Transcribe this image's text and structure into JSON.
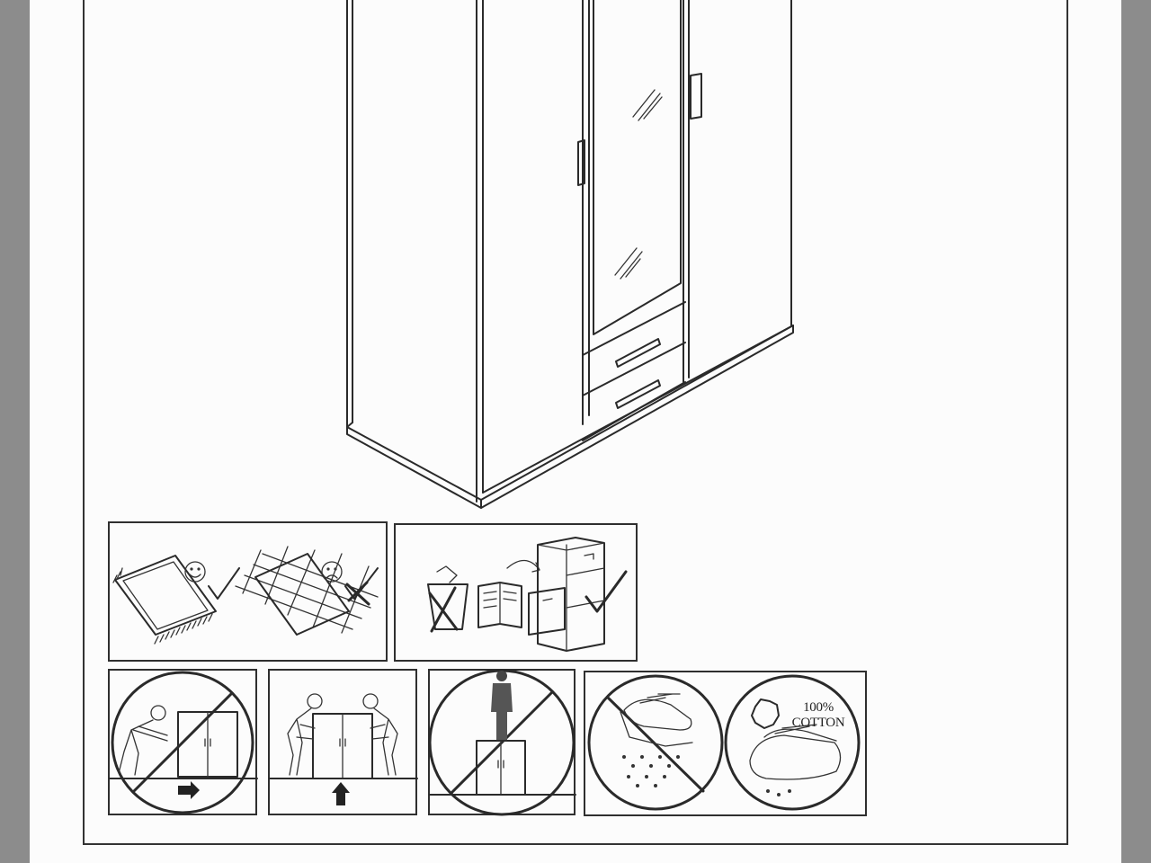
{
  "document": {
    "type": "furniture assembly instruction sheet",
    "wardrobe_illustration": "wardrobe-illustration",
    "cotton_label": {
      "line1": "100%",
      "line2": "COTTON"
    }
  },
  "pictograms": [
    {
      "name": "rug-vs-tile-floor-pictogram",
      "icons": [
        "smiley-icon",
        "checkmark-icon",
        "sad-face-icon",
        "cross-check-icon"
      ]
    },
    {
      "name": "packaging-recycle-pictogram",
      "icons": [
        "recycle-bin-cross-icon",
        "instruction-booklet-icon",
        "filing-cabinet-icon",
        "checkmark-icon"
      ]
    },
    {
      "name": "no-pushing-pictogram",
      "icons": [
        "prohibited-icon",
        "arrow-right-icon"
      ]
    },
    {
      "name": "lift-with-two-people-pictogram",
      "icons": [
        "arrow-up-icon"
      ]
    },
    {
      "name": "no-standing-on-furniture-pictogram",
      "icons": [
        "prohibited-icon"
      ]
    },
    {
      "name": "cleaning-care-pictogram",
      "icons": [
        "no-wet-cleaning-icon",
        "leather-icon",
        "cotton-cloth-icon"
      ]
    }
  ]
}
